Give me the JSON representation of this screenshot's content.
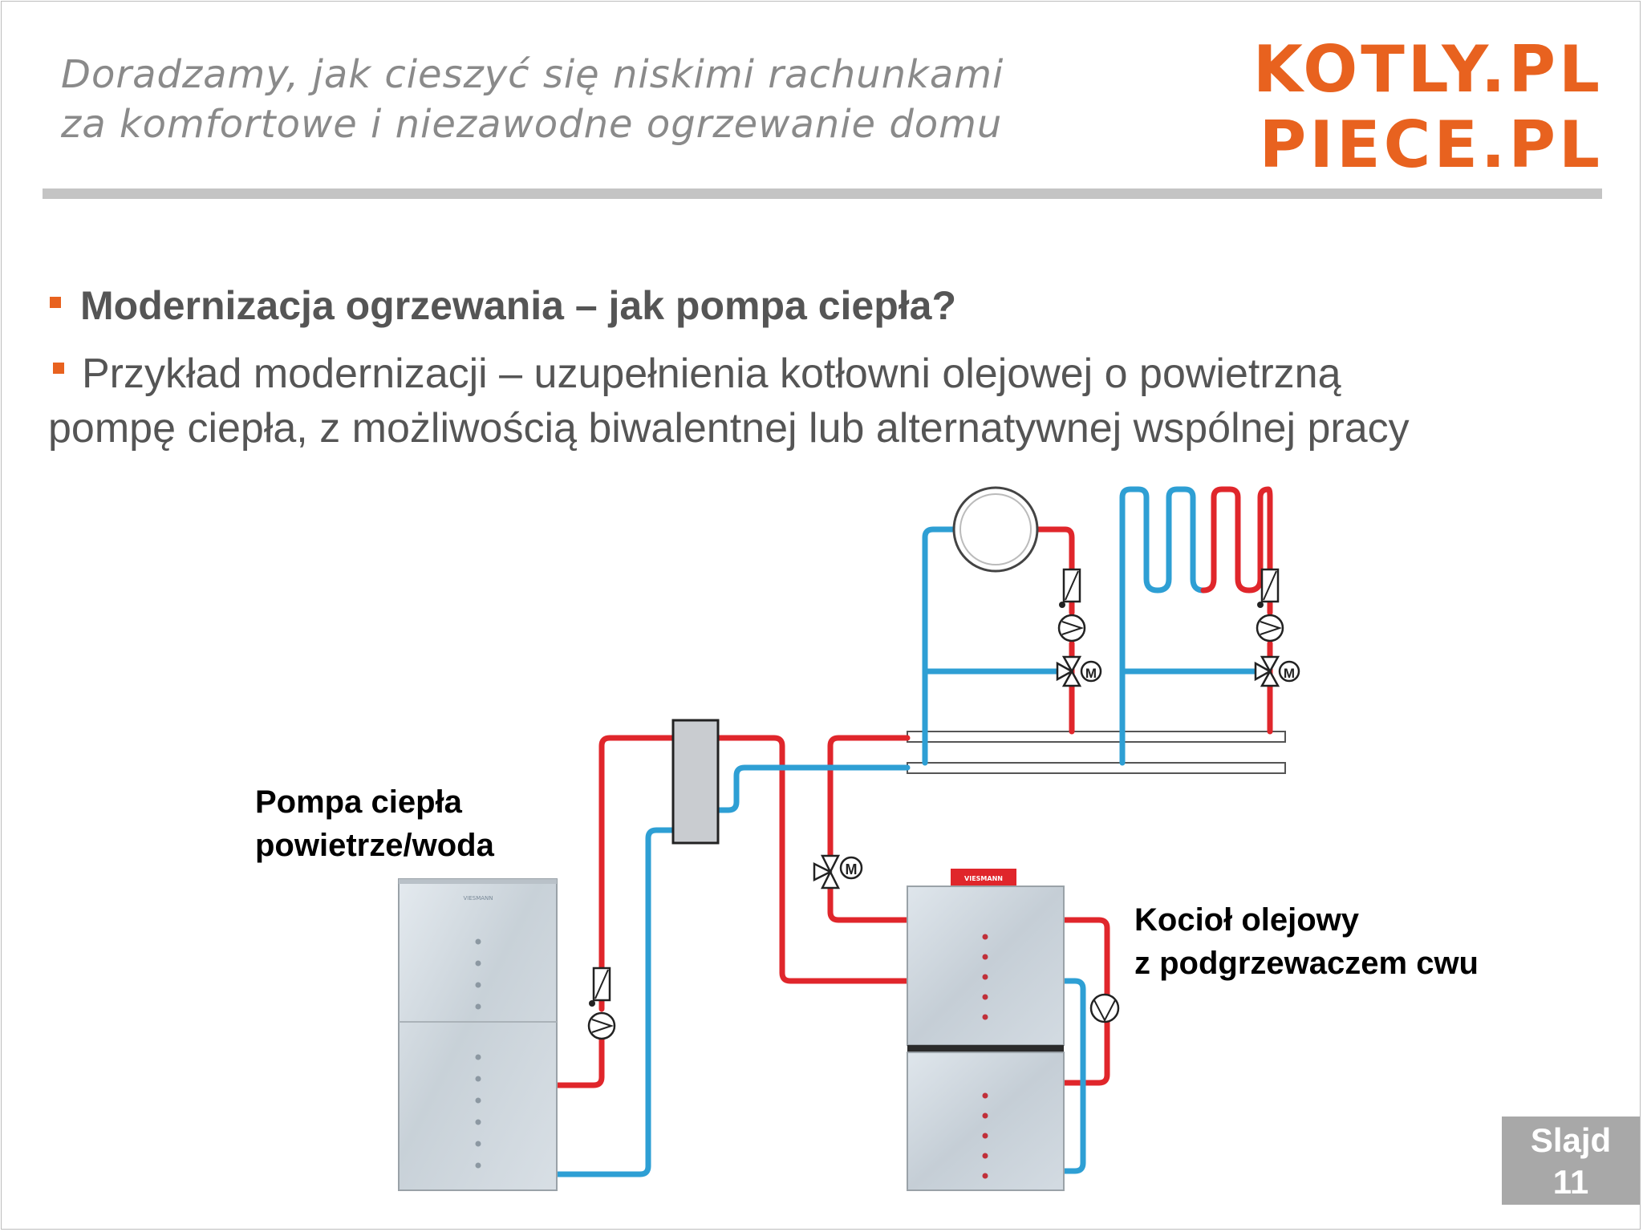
{
  "header": {
    "tagline_line1": "Doradzamy, jak cieszyć się niskimi rachunkami",
    "tagline_line2": "za komfortowe i niezawodne ogrzewanie domu",
    "brand_line1": "KOTLY.PL",
    "brand_line2": "PIECE.PL"
  },
  "content": {
    "bullet1": "Modernizacja ogrzewania – jak pompa ciepła?",
    "bullet2_line1": "Przykład modernizacji – uzupełnienia kotłowni olejowej o powietrzną",
    "bullet2_line2": "pompę ciepła, z możliwością biwalentnej lub alternatywnej wspólnej pracy"
  },
  "diagram": {
    "heat_pump_label_line1": "Pompa ciepła",
    "heat_pump_label_line2": "powietrze/woda",
    "boiler_label_line1": "Kocioł olejowy",
    "boiler_label_line2": "z podgrzewaczem cwu",
    "motor_symbol": "M",
    "brand_mark": "VIESMANN",
    "colors": {
      "supply": "#e0262b",
      "return": "#2e9fd4",
      "accent": "#e8621f"
    }
  },
  "footer": {
    "slide_label": "Slajd",
    "slide_number": "11"
  }
}
